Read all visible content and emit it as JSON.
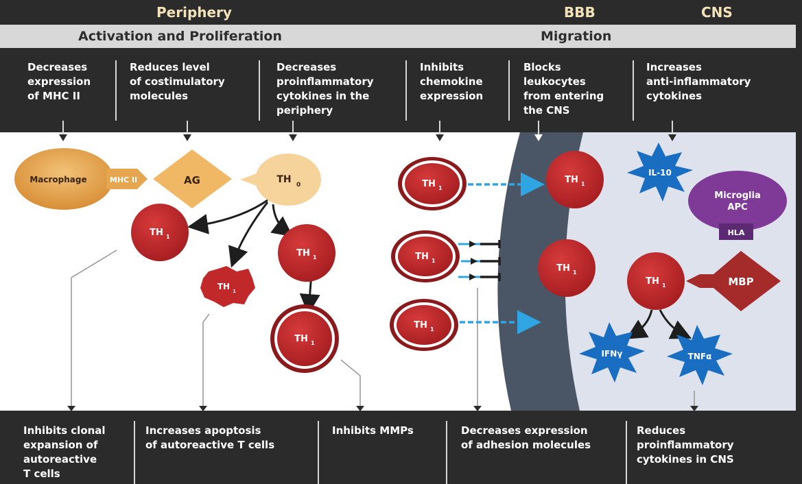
{
  "header": {
    "periphery": "Periphery",
    "bbb": "BBB",
    "cns": "CNS"
  },
  "band": {
    "left": "Activation and Proliferation",
    "right": "Migration"
  },
  "top_effects": [
    "Decreases\nexpression\nof MHC II",
    "Reduces level\nof costimulatory\nmolecules",
    "Decreases\nproinflammatory\ncytokines in the\nperiphery",
    "Inhibits\nchemokine\nexpression",
    "Blocks\nleukocytes\nfrom entering\nthe CNS",
    "Increases\nanti-inflammatory\ncytokines"
  ],
  "bottom_effects": [
    "Inhibits clonal\nexpansion of\nautoreactive\nT cells",
    "Increases apoptosis\nof autoreactive T cells",
    "Inhibits MMPs",
    "Decreases expression\nof adhesion molecules",
    "Reduces\nproinflammatory\ncytokines in CNS"
  ],
  "nodes": {
    "macrophage": "Macrophage",
    "mhc": "MHC II",
    "ag": "AG",
    "th0": "TH",
    "th0_sub": "0",
    "th1": "TH",
    "th1_sub": "1",
    "il10": "IL-10",
    "microglia_line1": "Microglia",
    "microglia_line2": "APC",
    "hla": "HLA",
    "mbp": "MBP",
    "ifn": "IFNγ",
    "tnf": "TNFα"
  },
  "colors": {
    "background": "#2b2b2b",
    "header_text": "#f2e2b8",
    "band": "#d8d8d8",
    "cell_red": "#c0282a",
    "cell_dark_red": "#8a1a1c",
    "macrophage_orange": "#e3a24e",
    "ag_orange": "#f0b864",
    "th0_fill": "#f5d39a",
    "bbb_wall": "#4a5566",
    "cns_bg": "#dde2ec",
    "cytokine_blue": "#1a6ec2",
    "arrow_blue": "#2fa6e3",
    "microglia_purple": "#7e3a96",
    "mbp_red": "#a52a2a"
  }
}
